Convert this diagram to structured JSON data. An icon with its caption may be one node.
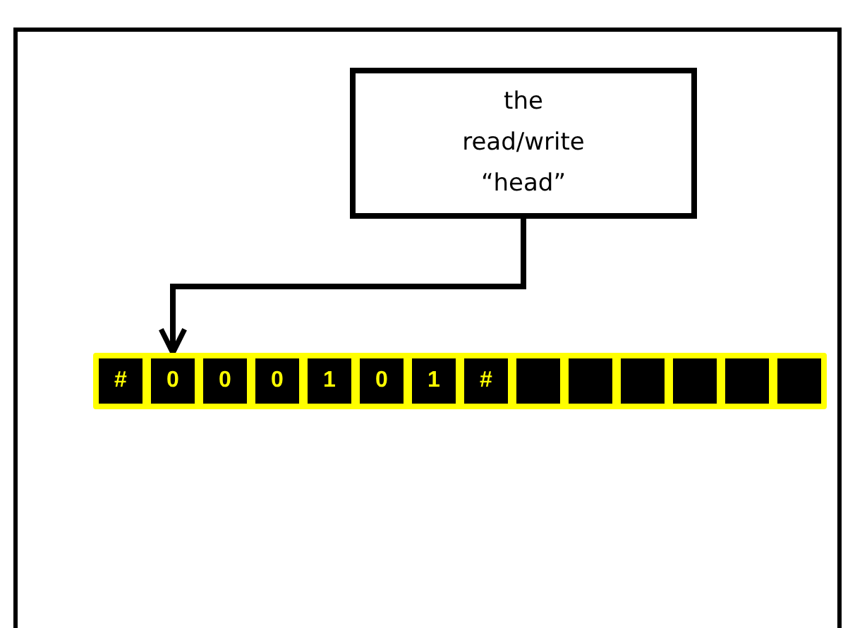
{
  "diagram": {
    "nodes": [
      {
        "text": [
          "the read/write “head”"
        ]
      },
      {
        "text": [],
        "shape": "bar"
      },
      {
        "text": [
          "#"
        ],
        "in": 1
      },
      {
        "text": [
          "0"
        ],
        "in": 1
      },
      {
        "text": [
          "0"
        ],
        "in": 1
      },
      {
        "text": [
          "0"
        ],
        "in": 1
      },
      {
        "text": [
          "1"
        ],
        "in": 1
      },
      {
        "text": [
          "0"
        ],
        "in": 1
      },
      {
        "text": [
          "1"
        ],
        "in": 1
      },
      {
        "text": [
          "#"
        ],
        "in": 1
      },
      {
        "text": [],
        "shape": "box",
        "in": 1
      },
      {
        "text": [],
        "shape": "box",
        "in": 1
      },
      {
        "text": [],
        "shape": "box",
        "in": 1
      },
      {
        "text": [],
        "shape": "box",
        "in": 1
      },
      {
        "text": [],
        "shape": "box",
        "in": 1
      },
      {
        "text": [],
        "shape": "box",
        "in": 1
      }
    ],
    "edges": [
      {
        "from": 0,
        "to": 3,
        "arrow": "to"
      }
    ]
  }
}
